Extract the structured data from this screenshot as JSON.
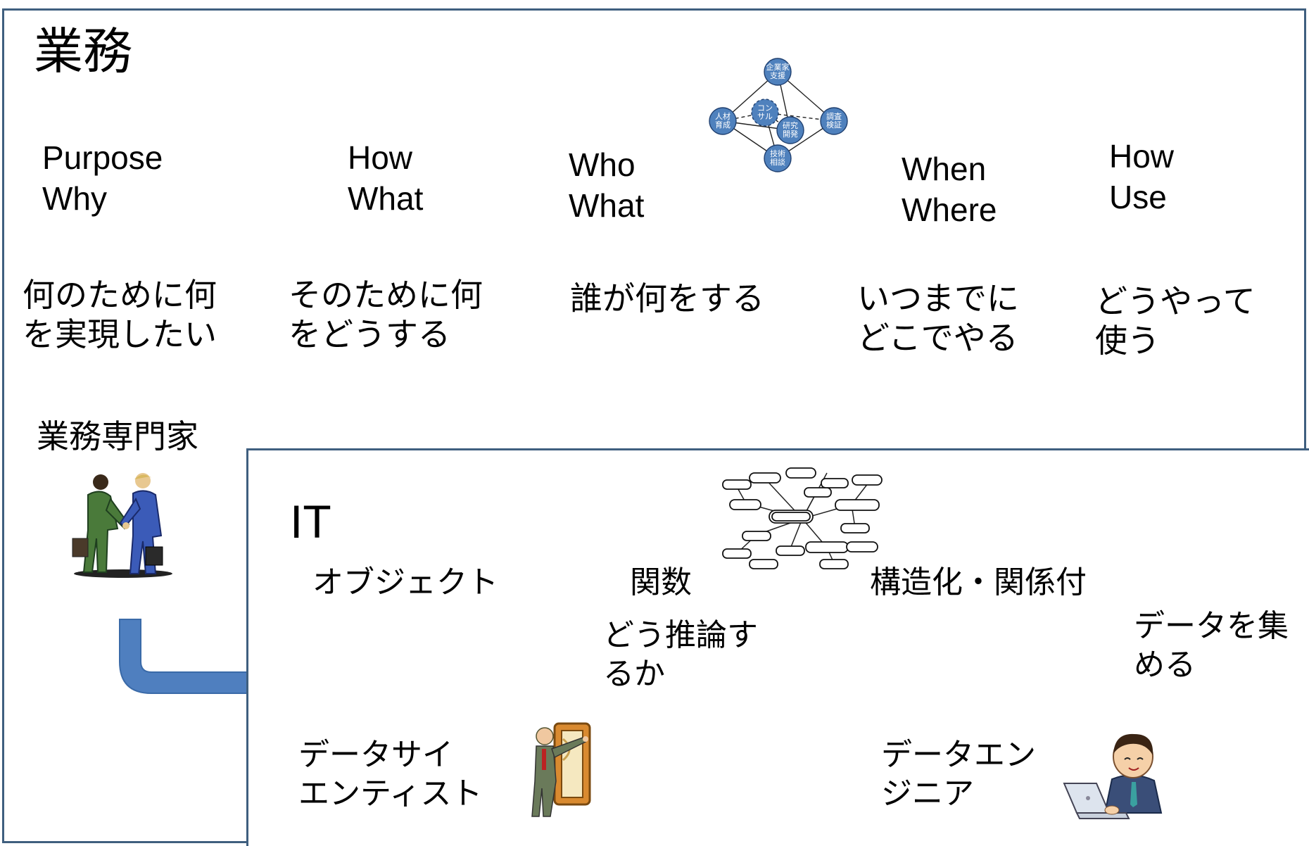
{
  "business": {
    "title": "業務",
    "questions": [
      {
        "en": "Purpose\nWhy",
        "jp": "何のために何\nを実現したい"
      },
      {
        "en": "How\nWhat",
        "jp": "そのために何\nをどうする"
      },
      {
        "en": "Who\nWhat",
        "jp": "誰が何をする"
      },
      {
        "en": "When\nWhere",
        "jp": "いつまでに\nどこでやる"
      },
      {
        "en": "How\nUse",
        "jp": "どうやって\n使う"
      }
    ],
    "expert_label": "業務専門家",
    "network_nodes": [
      "企業家\n支援",
      "人材\n育成",
      "コン\nサル",
      "研究\n開発",
      "調査\n検証",
      "技術\n相談"
    ]
  },
  "it": {
    "title": "IT",
    "object": "オブジェクト",
    "function": "関数",
    "structure": "構造化・関係付",
    "inference": "どう推論す\nるか",
    "collect": "データを集\nめる",
    "data_scientist": "データサイ\nエンティスト",
    "data_engineer": "データエン\nジニア"
  },
  "colors": {
    "frame_border": "#3f5f7f",
    "arrow": "#4f7fbf",
    "node_fill": "#4f81bd"
  }
}
